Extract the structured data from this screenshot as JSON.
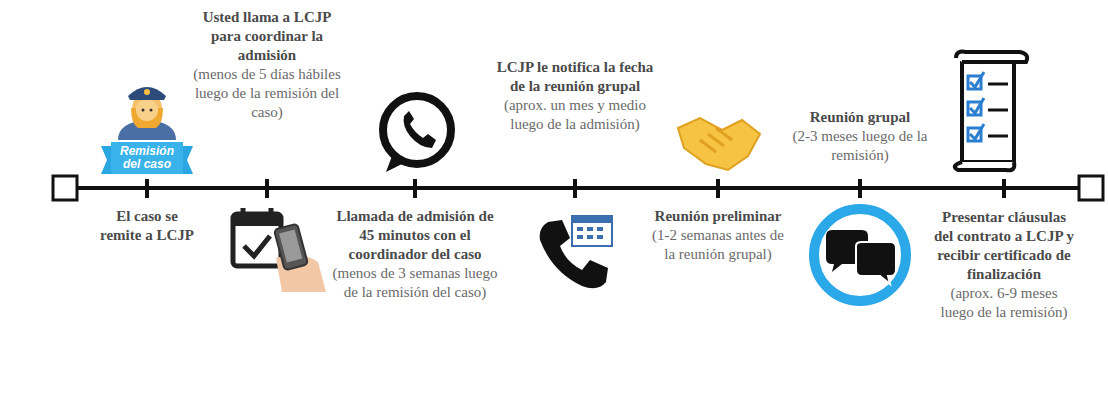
{
  "diagram": {
    "nodes": [
      {
        "text": [
          "Remisión del caso"
        ]
      }
    ],
    "labels": [
      "Usted llama a LCJP para coordinar la admisión",
      "(menos de 5 días hábiles luego de la remisión del caso)",
      "LCJP le notifica la fecha de la reunión grupal",
      "(aprox. un mes y medio luego de la admisión)",
      "Reunión grupal",
      "(2-3 meses luego de la remisión)",
      "El caso se remite a LCJP",
      "Llamada de admisión de 45 minutos con el coordinador del caso",
      "(menos de 3 semanas luego de la remisión del caso)",
      "Reunión preliminar",
      "(1-2 semanas antes de la reunión grupal)",
      "Presentar cláusulas del contrato a LCJP y recibir certificado de finalización",
      "(aprox. 6-9 meses luego de la remisión)"
    ]
  }
}
